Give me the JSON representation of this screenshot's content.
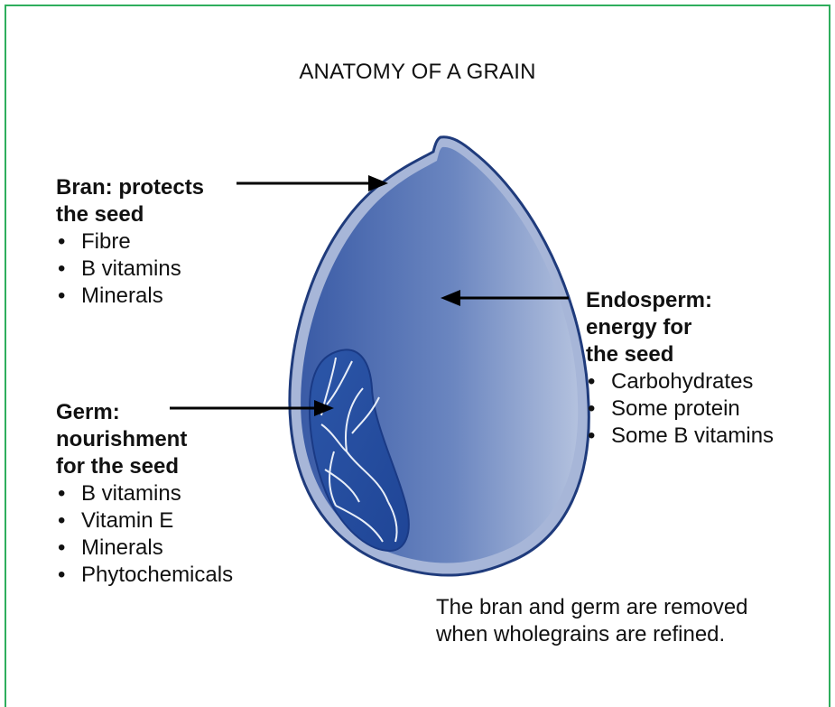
{
  "title": "ANATOMY OF A GRAIN",
  "bran": {
    "heading_line1": "Bran: protects",
    "heading_line2": "the seed",
    "items": [
      "Fibre",
      "B vitamins",
      "Minerals"
    ]
  },
  "germ": {
    "heading_line1": "Germ:",
    "heading_line2": "nourishment",
    "heading_line3": "for the seed",
    "items": [
      "B vitamins",
      "Vitamin E",
      "Minerals",
      "Phytochemicals"
    ]
  },
  "endosperm": {
    "heading_line1": "Endosperm:",
    "heading_line2": "energy for",
    "heading_line3": "the seed",
    "items": [
      "Carbohydrates",
      "Some protein",
      "Some B vitamins"
    ]
  },
  "note": {
    "line1": "The bran and germ are removed",
    "line2": "when wholegrains are refined."
  },
  "colors": {
    "border": "#2fae5d",
    "grain_dark": "#2e4f9a",
    "grain_light": "#aab8d8",
    "bran_outline": "#1f3b7c"
  }
}
